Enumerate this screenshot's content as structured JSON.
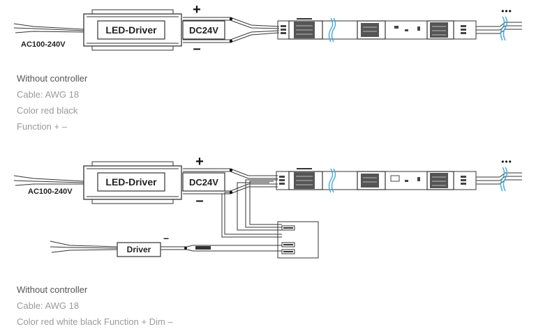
{
  "diagram1": {
    "ac_label": "AC100-240V",
    "driver_label": "LED-Driver",
    "dc_label": "DC24V",
    "plus": "+",
    "minus": "–",
    "ellipsis": "•••"
  },
  "caption1": {
    "title": "Without controller",
    "cable": "Cable: AWG 18",
    "color": "Color red black",
    "function": "Function + –"
  },
  "diagram2": {
    "ac_label": "AC100-240V",
    "driver_label": "LED-Driver",
    "dc_label": "DC24V",
    "plus": "+",
    "minus": "–",
    "ellipsis": "•••",
    "dim_driver_label": "Driver",
    "dim_minus": "–"
  },
  "caption2": {
    "title": "Without controller",
    "cable": "Cable: AWG 18",
    "color_function": "Color red white black Function + Dim –"
  }
}
